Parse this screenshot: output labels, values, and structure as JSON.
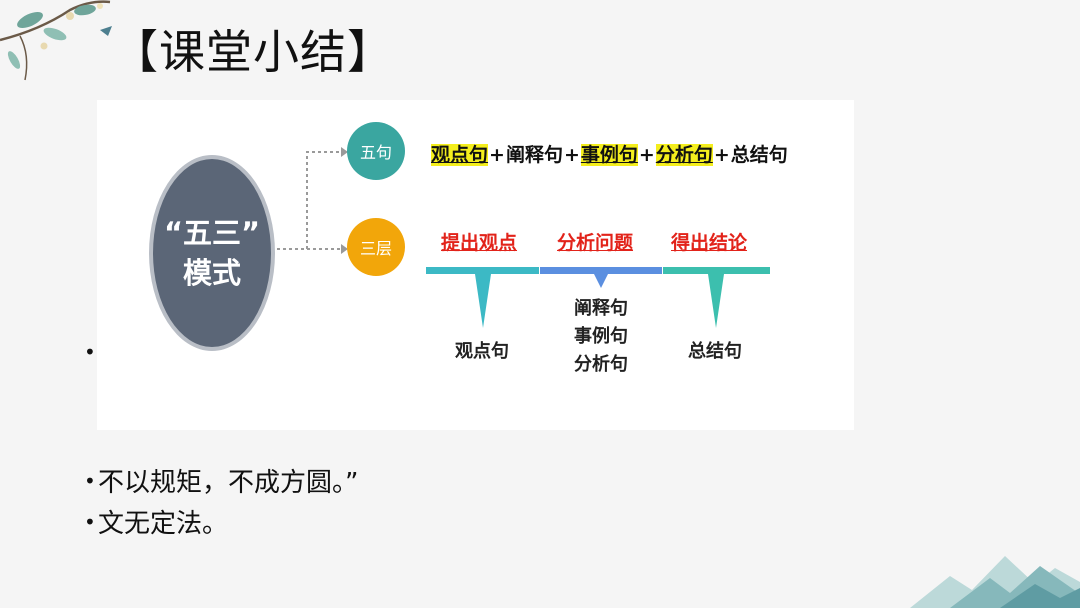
{
  "slide": {
    "title": "【课堂小结】"
  },
  "diagram": {
    "center_quote": "“五三”",
    "center_word": "模式",
    "five": {
      "label": "五句",
      "formula": [
        {
          "text": "观点句",
          "highlight": true
        },
        {
          "text": "+",
          "highlight": false
        },
        {
          "text": "阐释句",
          "highlight": false
        },
        {
          "text": "+",
          "highlight": false
        },
        {
          "text": "事例句",
          "highlight": true
        },
        {
          "text": "+",
          "highlight": false
        },
        {
          "text": "分析句",
          "highlight": true
        },
        {
          "text": "+",
          "highlight": false
        },
        {
          "text": "总结句",
          "highlight": false
        }
      ]
    },
    "three": {
      "label": "三层",
      "layers": [
        {
          "title": "提出观点",
          "sentences": [
            "观点句"
          ],
          "color": "#3cb9c5"
        },
        {
          "title": "分析问题",
          "sentences": [
            "阐释句",
            "事例句",
            "分析句"
          ],
          "color": "#5b8fe0"
        },
        {
          "title": "得出结论",
          "sentences": [
            "总结句"
          ],
          "color": "#3cbfae"
        }
      ]
    }
  },
  "bullets": [
    "不以规矩，不成方圆。”",
    "文无定法。"
  ],
  "colors": {
    "highlight": "#f4ee1d",
    "layer_title": "#e2231a",
    "oval": "#5b6677",
    "wu_circle": "#3aa6a0",
    "san_circle": "#f2a60a"
  }
}
